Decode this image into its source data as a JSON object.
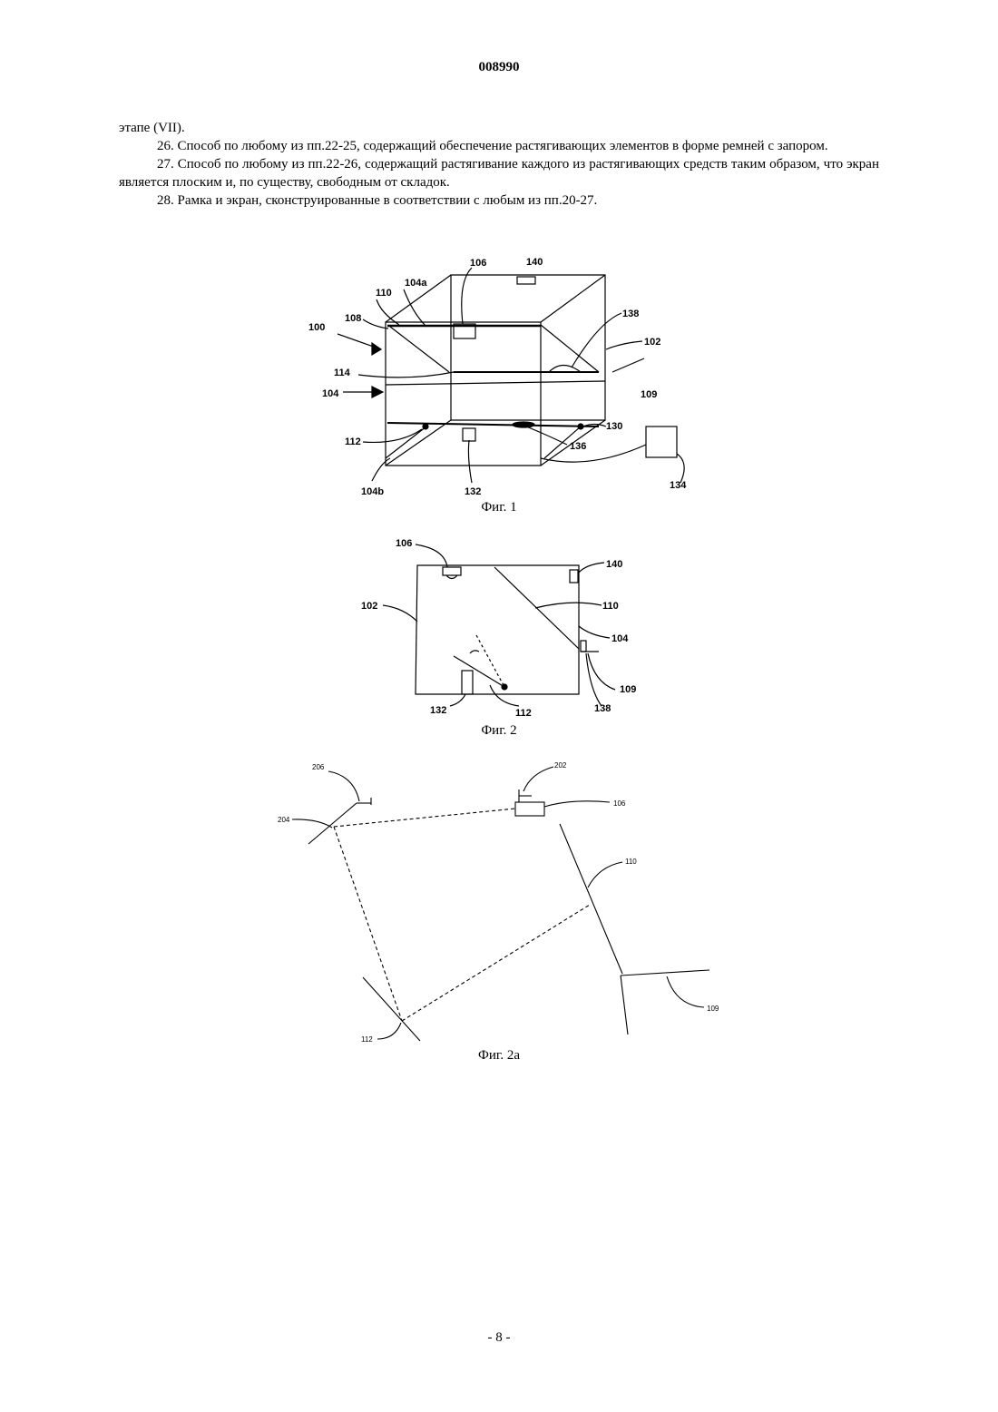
{
  "document": {
    "number": "008990",
    "paragraphs": [
      "этапе (VII).",
      "26. Способ по любому из пп.22-25, содержащий обеспечение растягивающих элементов в форме ремней с запором.",
      "27. Способ по любому из пп.22-26, содержащий растягивание каждого из растягивающих средств таким образом, что экран является плоским и, по существу, свободным от складок.",
      "28. Рамка и экран, сконструированные в соответствии с любым из пп.20-27."
    ],
    "page_number": "- 8 -"
  },
  "fig1": {
    "caption": "Фиг. 1",
    "labels": {
      "l100": "100",
      "l102": "102",
      "l104": "104",
      "l104a": "104a",
      "l104b": "104b",
      "l106": "106",
      "l108": "108",
      "l109": "109",
      "l110": "110",
      "l112": "112",
      "l114": "114",
      "l130": "130",
      "l132": "132",
      "l134": "134",
      "l136": "136",
      "l138": "138",
      "l140": "140"
    }
  },
  "fig2": {
    "caption": "Фиг. 2",
    "labels": {
      "l102": "102",
      "l104": "104",
      "l106": "106",
      "l109": "109",
      "l110": "110",
      "l112": "112",
      "l132": "132",
      "l138": "138",
      "l140": "140"
    }
  },
  "fig2a": {
    "caption": "Фиг. 2a",
    "labels": {
      "l106": "106",
      "l109": "109",
      "l110": "110",
      "l112": "112",
      "l202": "202",
      "l204": "204",
      "l206": "206"
    }
  }
}
